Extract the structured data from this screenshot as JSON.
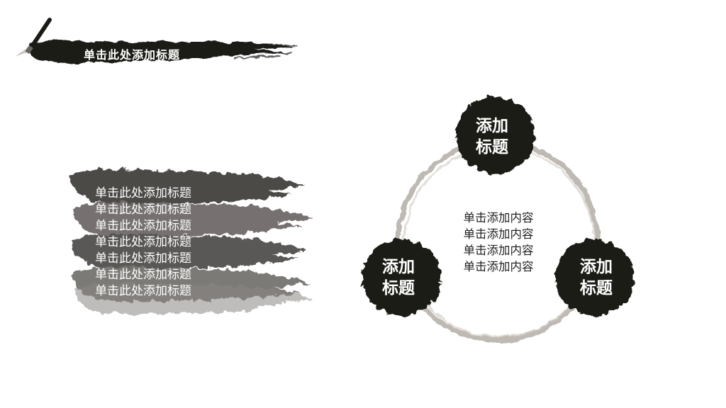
{
  "header": {
    "title": "单击此处添加标题"
  },
  "list": {
    "items": [
      "单击此处添加标题",
      "单击此处添加标题",
      "单击此处添加标题",
      "单击此处添加标题",
      "单击此处添加标题",
      "单击此处添加标题",
      "单击此处添加标题"
    ]
  },
  "cycle": {
    "nodes": [
      {
        "line1": "添加",
        "line2": "标题"
      },
      {
        "line1": "添加",
        "line2": "标题"
      },
      {
        "line1": "添加",
        "line2": "标题"
      }
    ],
    "content": [
      "单击添加内容",
      "单击添加内容",
      "单击添加内容",
      "单击添加内容"
    ]
  },
  "colors": {
    "ink": "#1b1a17",
    "brush_gray": "#5a5855",
    "ring": "#b3aea6",
    "text_dark": "#222222"
  }
}
